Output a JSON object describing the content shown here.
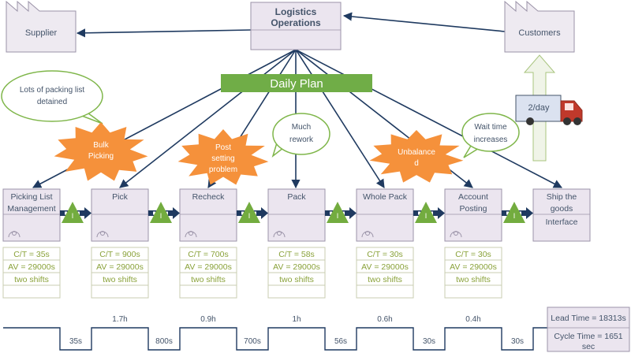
{
  "center": {
    "title_line1": "Logistics",
    "title_line2": "Operations"
  },
  "supplier": {
    "label": "Supplier"
  },
  "customers": {
    "label": "Customers"
  },
  "daily_plan": {
    "label": "Daily Plan"
  },
  "truck": {
    "label": "2/day"
  },
  "callouts": {
    "packing_list": {
      "line1": "Lots of packing list",
      "line2": "detained"
    },
    "rework": {
      "line1": "Much",
      "line2": "rework"
    },
    "wait_time": {
      "line1": "Wait time",
      "line2": "increases"
    }
  },
  "kaizen": {
    "bulk": {
      "line1": "Bulk",
      "line2": "Picking"
    },
    "post": {
      "line1": "Post",
      "line2": "setting",
      "line3": "problem"
    },
    "unbalanced": {
      "line1": "Unbalance",
      "line2": "d"
    }
  },
  "processes": [
    {
      "line1": "Picking List",
      "line2": "Management",
      "ct": "C/T = 35s",
      "av": "AV = 29000s",
      "shifts": "two shifts"
    },
    {
      "line1": "Pick",
      "line2": "",
      "ct": "C/T = 900s",
      "av": "AV = 29000s",
      "shifts": "two shifts"
    },
    {
      "line1": "Recheck",
      "line2": "",
      "ct": "C/T = 700s",
      "av": "AV = 29000s",
      "shifts": "two shifts"
    },
    {
      "line1": "Pack",
      "line2": "",
      "ct": "C/T = 58s",
      "av": "AV = 29000s",
      "shifts": "two shifts"
    },
    {
      "line1": "Whole Pack",
      "line2": "",
      "ct": "C/T = 30s",
      "av": "AV = 29000s",
      "shifts": "two shifts"
    },
    {
      "line1": "Account",
      "line2": "Posting",
      "ct": "C/T = 30s",
      "av": "AV = 29000s",
      "shifts": "two shifts"
    }
  ],
  "ship": {
    "line1": "Ship the",
    "line2": "goods",
    "line3": "Interface"
  },
  "inventory_label": "I",
  "timeline": {
    "wait_times": [
      "1.7h",
      "0.9h",
      "1h",
      "0.6h",
      "0.4h"
    ],
    "process_times": [
      "35s",
      "800s",
      "700s",
      "56s",
      "30s",
      "30s"
    ]
  },
  "summary": {
    "lead_time": "Lead Time = 18313s",
    "cycle_time_line1": "Cycle Time = 1651",
    "cycle_time_line2": "sec"
  },
  "colors": {
    "box_fill": "#ebe5ef",
    "box_stroke": "#9b93a8",
    "factory_fill": "#eeeaf1",
    "data_text": "#8aa23a",
    "data_stroke": "#c8ccb0",
    "plan_green": "#70ad47",
    "burst_orange": "#f5913b",
    "callout_stroke": "#7fb64a",
    "line_navy": "#1f3a60",
    "triangle_green": "#73ac3f"
  }
}
